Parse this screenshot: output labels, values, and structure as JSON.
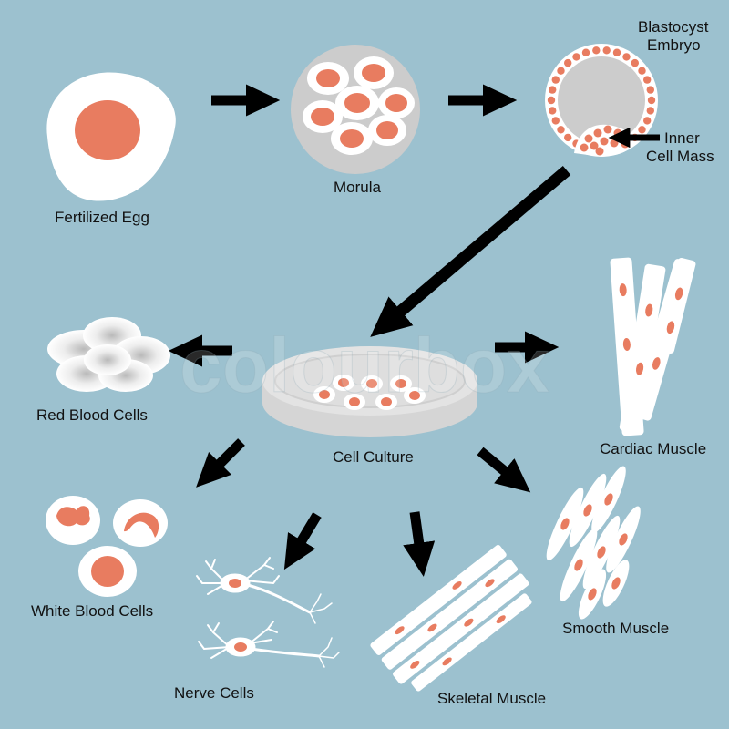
{
  "labels": {
    "fertilized_egg": "Fertilized Egg",
    "morula": "Morula",
    "blastocyst": [
      "Blastocyst",
      "Embryo"
    ],
    "inner_cell_mass": [
      "Inner",
      "Cell Mass"
    ],
    "cell_culture": "Cell Culture",
    "red_blood_cells": "Red Blood Cells",
    "cardiac_muscle": "Cardiac Muscle",
    "white_blood_cells": "White Blood Cells",
    "nerve_cells": "Nerve Cells",
    "skeletal_muscle": "Skeletal Muscle",
    "smooth_muscle": "Smooth Muscle"
  },
  "watermark": "colourbox",
  "colors": {
    "background": "#9cc1cf",
    "nucleus": "#e87c60",
    "cell": "#ffffff",
    "arrow": "#000000"
  }
}
